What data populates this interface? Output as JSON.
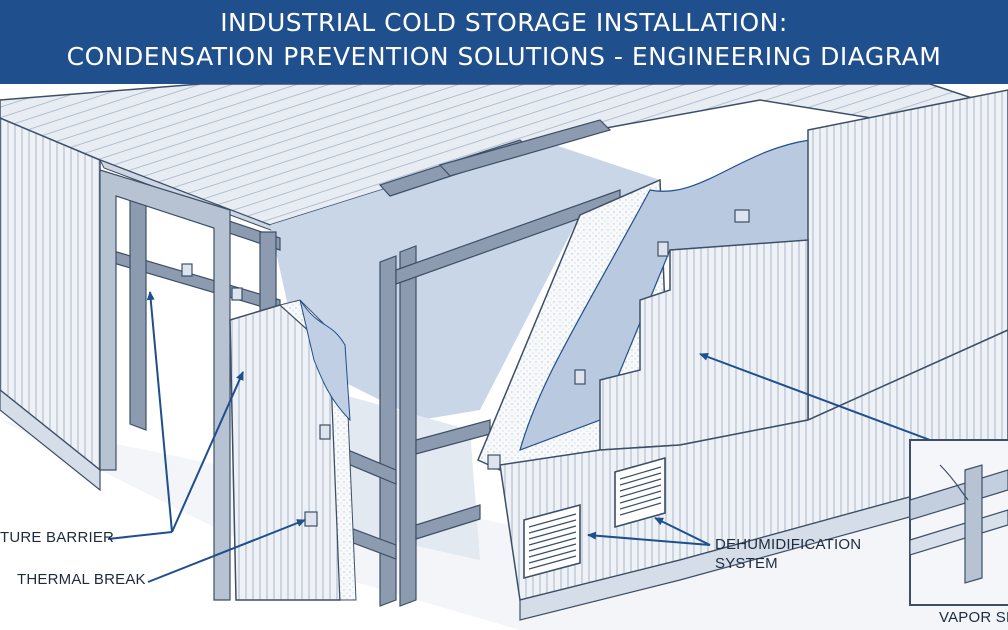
{
  "header": {
    "title_line1": "INDUSTRIAL COLD STORAGE INSTALLATION:",
    "title_line2": "CONDENSATION PREVENTION SOLUTIONS - ENGINEERING DIAGRAM",
    "background": "#1f4f8c"
  },
  "labels": {
    "moisture_barrier": "TURE BARRIER",
    "thermal_break": "THERMAL BREAK",
    "dehumidification_line1": "DEHUMIDIFICATION",
    "dehumidification_line2": "SYSTEM",
    "vapor_seal": "VAPOR SE"
  },
  "colors": {
    "outline": "#3d4f66",
    "panel": "#e9eef5",
    "insulation": "#f7f8fa",
    "arrow": "#1f4f8c",
    "cold_interior": "#c9d6e8",
    "steel": "#6f8099"
  }
}
